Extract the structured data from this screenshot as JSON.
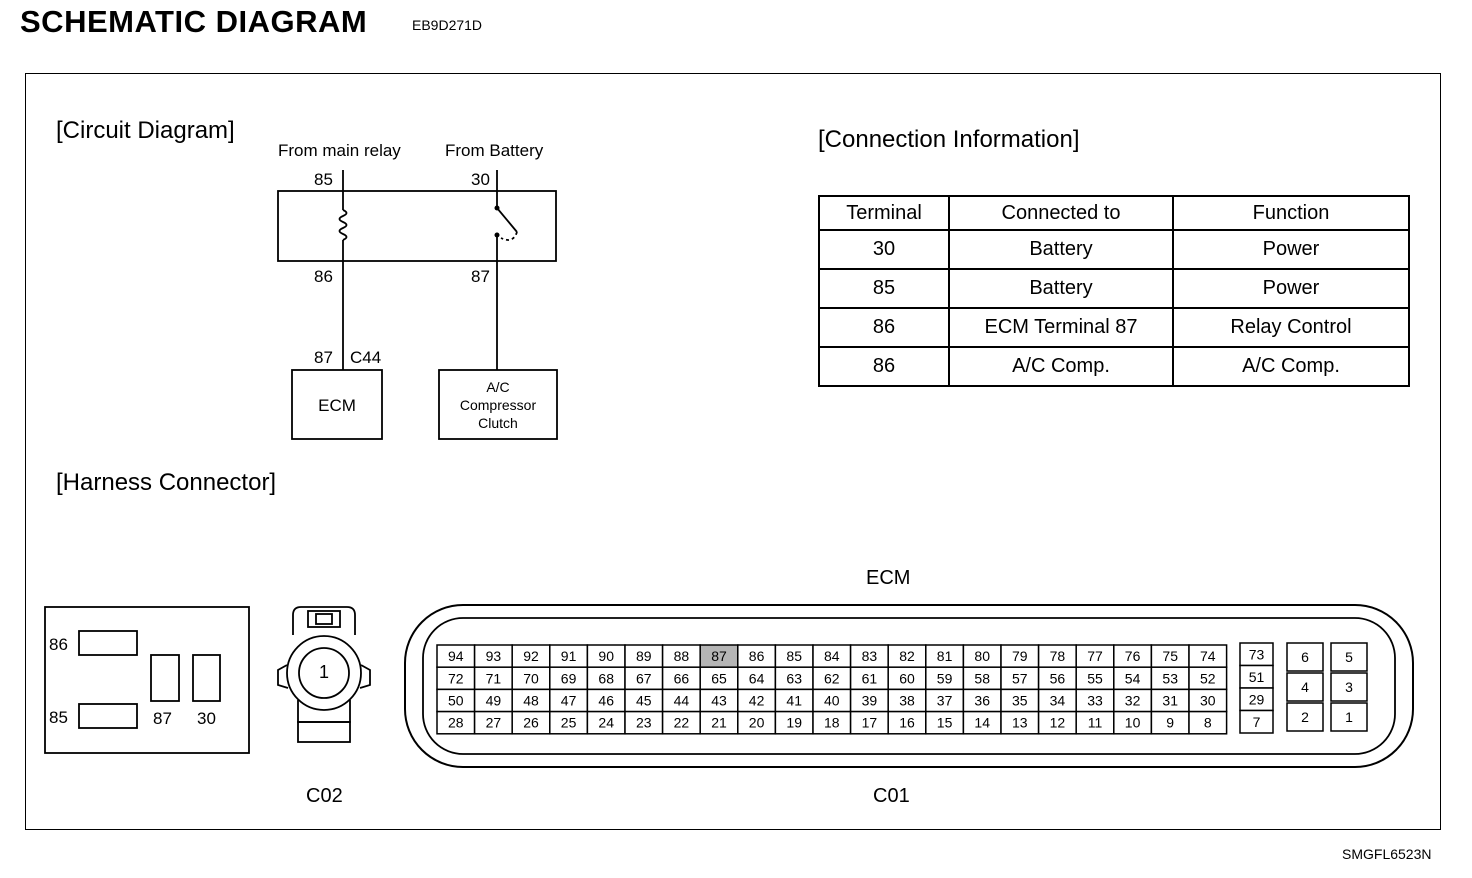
{
  "header": {
    "title": "SCHEMATIC  DIAGRAM",
    "code": "EB9D271D"
  },
  "footer": {
    "code": "SMGFL6523N"
  },
  "circuit": {
    "title": "[Circuit Diagram]",
    "from_main_relay": "From main relay",
    "from_battery": "From Battery",
    "pin_85": "85",
    "pin_30": "30",
    "pin_86": "86",
    "pin_87": "87",
    "ecm_pin": "87",
    "ecm_connector": "C44",
    "ecm_label": "ECM",
    "compressor_lines": [
      "A/C",
      "Compressor",
      "Clutch"
    ]
  },
  "connection": {
    "title": "[Connection Information]",
    "headers": [
      "Terminal",
      "Connected to",
      "Function"
    ],
    "rows": [
      [
        "30",
        "Battery",
        "Power"
      ],
      [
        "85",
        "Battery",
        "Power"
      ],
      [
        "86",
        "ECM Terminal 87",
        "Relay Control"
      ],
      [
        "86",
        "A/C Comp.",
        "A/C Comp."
      ]
    ]
  },
  "harness": {
    "title": "[Harness Connector]",
    "relay_pins": {
      "p86": "86",
      "p85": "85",
      "p87": "87",
      "p30": "30"
    },
    "c02_pin": "1",
    "c02_label": "C02",
    "ecm_title": "ECM",
    "c01_label": "C01",
    "ecm_grid": [
      [
        "94",
        "93",
        "92",
        "91",
        "90",
        "89",
        "88",
        "87",
        "86",
        "85",
        "84",
        "83",
        "82",
        "81",
        "80",
        "79",
        "78",
        "77",
        "76",
        "75",
        "74"
      ],
      [
        "72",
        "71",
        "70",
        "69",
        "68",
        "67",
        "66",
        "65",
        "64",
        "63",
        "62",
        "61",
        "60",
        "59",
        "58",
        "57",
        "56",
        "55",
        "54",
        "53",
        "52"
      ],
      [
        "50",
        "49",
        "48",
        "47",
        "46",
        "45",
        "44",
        "43",
        "42",
        "41",
        "40",
        "39",
        "38",
        "37",
        "36",
        "35",
        "34",
        "33",
        "32",
        "31",
        "30"
      ],
      [
        "28",
        "27",
        "26",
        "25",
        "24",
        "23",
        "22",
        "21",
        "20",
        "19",
        "18",
        "17",
        "16",
        "15",
        "14",
        "13",
        "12",
        "11",
        "10",
        "9",
        "8"
      ]
    ],
    "highlighted_pin": "87",
    "ecm_mid_col": [
      "73",
      "51",
      "29",
      "7"
    ],
    "ecm_small_grid": [
      [
        "6",
        "5"
      ],
      [
        "4",
        "3"
      ],
      [
        "2",
        "1"
      ]
    ]
  }
}
